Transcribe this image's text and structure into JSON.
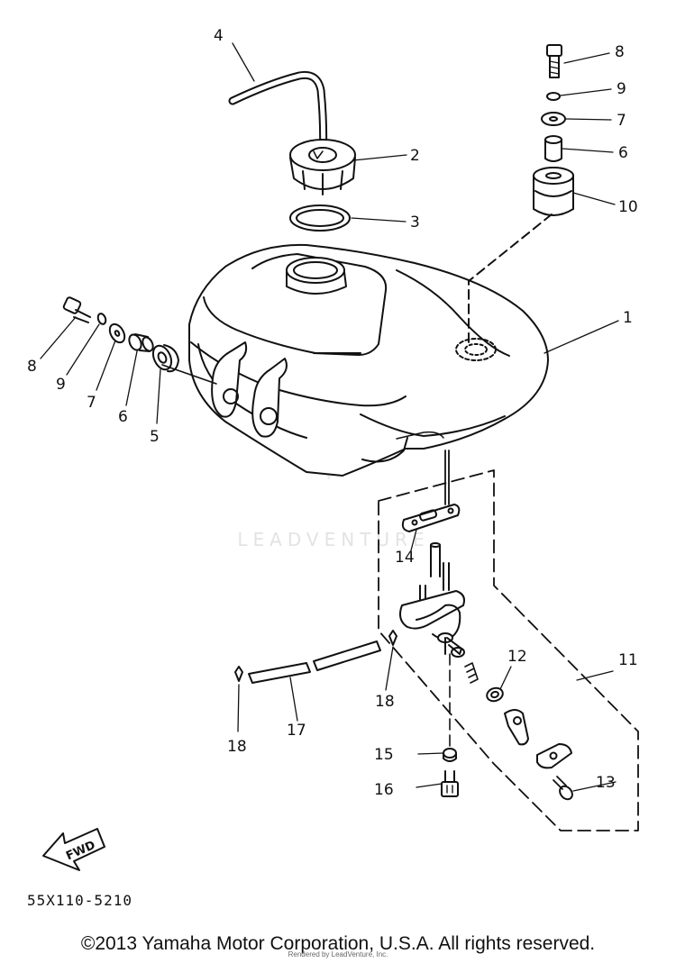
{
  "diagram": {
    "callouts": [
      "1",
      "2",
      "3",
      "4",
      "5",
      "6",
      "7",
      "8",
      "9",
      "10",
      "11",
      "12",
      "13",
      "14",
      "15",
      "16",
      "17",
      "18"
    ],
    "part_code": "55X110-5210",
    "fwd_label": "FWD",
    "watermark": "LEADVENTURE"
  },
  "footer": {
    "copyright": "©2013 Yamaha Motor Corporation, U.S.A. All rights reserved.",
    "rendered_by": "Rendered by LeadVenture, Inc."
  }
}
